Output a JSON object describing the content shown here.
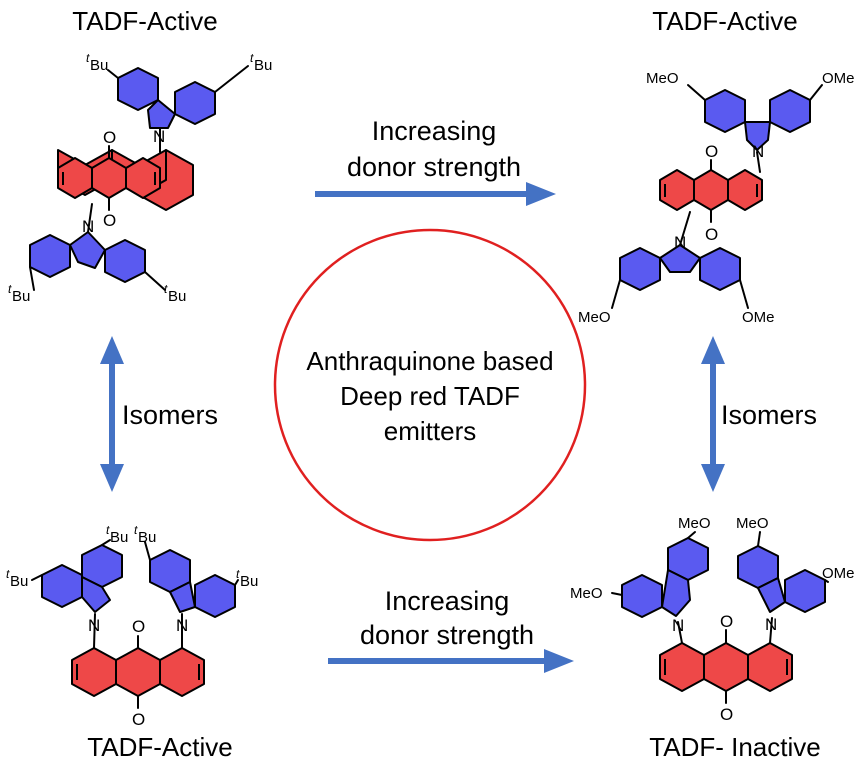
{
  "titles": {
    "top_left": "TADF-Active",
    "top_right": "TADF-Active",
    "bottom_left": "TADF-Active",
    "bottom_right": "TADF- Inactive"
  },
  "arrows": {
    "top": {
      "line1": "Increasing",
      "line2": "donor strength"
    },
    "bottom": {
      "line1": "Increasing",
      "line2": "donor strength"
    },
    "left": {
      "label": "Isomers"
    },
    "right": {
      "label": "Isomers"
    }
  },
  "center": {
    "line1": "Anthraquinone based",
    "line2": "Deep red TADF",
    "line3": "emitters"
  },
  "atoms": {
    "oxygen": "O",
    "nitrogen": "N",
    "tbu_sup": "t",
    "tbu_main": "Bu",
    "methoxy_right": "OMe",
    "methoxy_left": "MeO"
  },
  "colors": {
    "acceptor_core": "#ee4848",
    "donor_carbazole": "#5a5af0",
    "arrow": "#4472c4",
    "circle": "#e02020"
  }
}
